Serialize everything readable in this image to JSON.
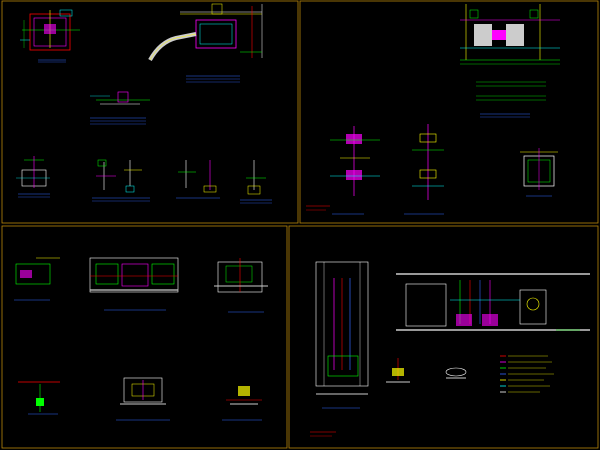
{
  "colors": {
    "background": "#000000",
    "frame": "#b8860b",
    "magenta": "#ff00ff",
    "green": "#00ff00",
    "yellow": "#ffff00",
    "cyan": "#00ffff",
    "red": "#ff0000",
    "blue": "#3366ff",
    "white": "#ffffff"
  },
  "sheets": [
    {
      "id": "sheet-top-left"
    },
    {
      "id": "sheet-top-right"
    },
    {
      "id": "sheet-bottom-left"
    },
    {
      "id": "sheet-bottom-right"
    }
  ]
}
